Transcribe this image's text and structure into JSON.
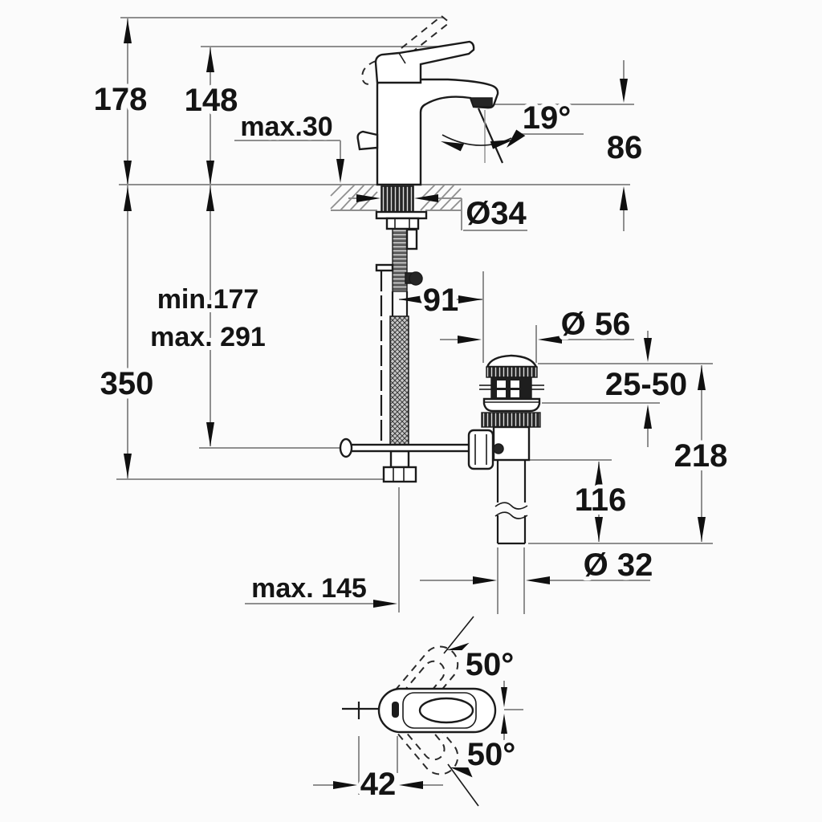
{
  "drawing": {
    "kind": "technical dimensional drawing",
    "subject": "single-lever basin mixer tap with pop-up waste set, side view and plan view",
    "background_color": "#fbfbfb",
    "dimension_line_color": "#8f8f8f",
    "object_line_color": "#1b1b1b",
    "text_color": "#141414",
    "side_view": {
      "overall_height": "178",
      "lever_height": "148",
      "max_deck_thickness": "max.30",
      "spout_angle": "19°",
      "spout_height": "86",
      "shank_diameter": "Ø34",
      "hose_min_length": "min.177",
      "hose_max_length": "max. 291",
      "below_deck_height": "350",
      "rod_to_waste_offset": "91",
      "rod_max_reach": "max. 145"
    },
    "waste_set": {
      "flange_diameter": "Ø 56",
      "deck_thickness_range": "25-50",
      "overall_height": "218",
      "tailpipe_length": "116",
      "tailpipe_diameter": "Ø 32"
    },
    "plan_view": {
      "handle_swing_up": "50°",
      "handle_swing_down": "50°",
      "inlet_offset": "42"
    }
  }
}
